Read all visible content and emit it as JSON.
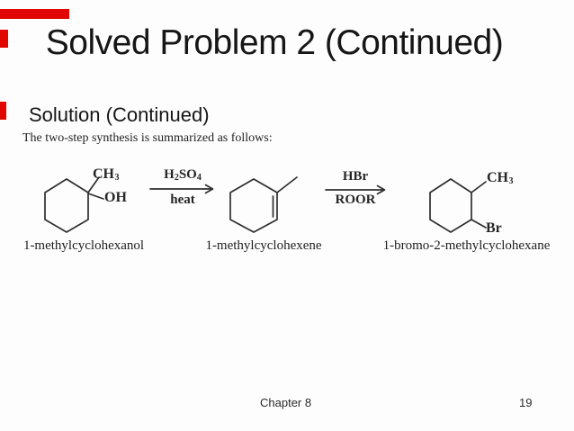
{
  "slide": {
    "title": "Solved Problem 2 (Continued)",
    "subtitle": "Solution (Continued)",
    "intro_text": "The two-step synthesis is summarized as follows:",
    "footer": {
      "chapter_label": "Chapter 8",
      "page_number": "19"
    },
    "accent_color": "#e10600",
    "background_color": "#fdfdfd",
    "text_color": "#1a1a1a"
  },
  "scheme": {
    "compound_labels": [
      "1-methylcyclohexanol",
      "1-methylcyclohexene",
      "1-bromo-2-methylcyclohexane"
    ],
    "formulas": {
      "ch3_main": "CH",
      "ch3_sub": "3",
      "oh": "OH",
      "br": "Br"
    },
    "step1": {
      "reagent_part1": "H",
      "reagent_sub1": "2",
      "reagent_part2": "SO",
      "reagent_sub2": "4",
      "condition": "heat"
    },
    "step2": {
      "reagent": "HBr",
      "condition": "ROOR"
    }
  }
}
